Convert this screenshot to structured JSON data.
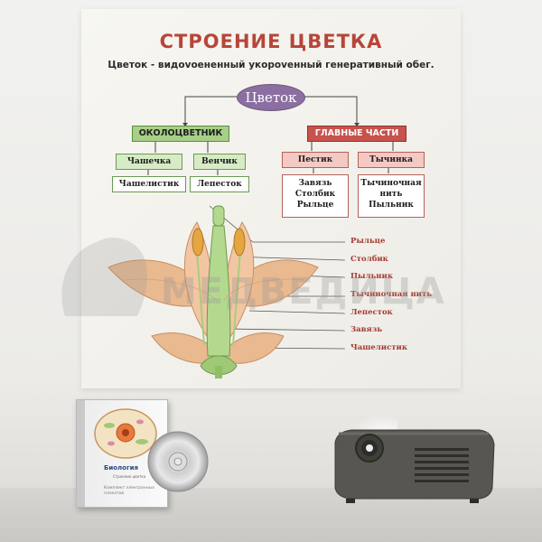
{
  "slide": {
    "title": "СТРОЕНИЕ ЦВЕТКА",
    "subtitle": "Цветок - видоvоенeнный укороvенный генеративный обег.",
    "root": "Цветок",
    "left_category": "ОКОЛОЦВЕТНИК",
    "right_category": "ГЛАВНЫЕ ЧАСТИ",
    "left_items": [
      "Чашечка",
      "Венчик"
    ],
    "left_subitems": [
      "Чашелистик",
      "Лепесток"
    ],
    "right_items": [
      "Пестик",
      "Тычинка"
    ],
    "pistil_parts": [
      "Завязь",
      "Столбик",
      "Рыльце"
    ],
    "stamen_parts": [
      "Тычиночная",
      "нить",
      "Пыльник"
    ],
    "part_labels": [
      "Рыльце",
      "Столбик",
      "Пыльник",
      "Тычиночная нить",
      "Лепесток",
      "Завязь",
      "Чашелистик"
    ]
  },
  "watermark": "МЕДВЕДИЦА",
  "cd": {
    "label": "Биология",
    "sub": "Строение цветка",
    "note": "Комплект электронных плакатов"
  },
  "colors": {
    "title": "#b8453a",
    "root_node": "#8a6fa0",
    "perianth": "#a7cf87",
    "main_parts": "#c8524c",
    "part_label": "#a43a32",
    "petal": "#f0c39a",
    "stem": "#8cc063"
  },
  "icons": [
    "bear-watermark-icon",
    "cd-disc-icon",
    "projector-icon"
  ]
}
